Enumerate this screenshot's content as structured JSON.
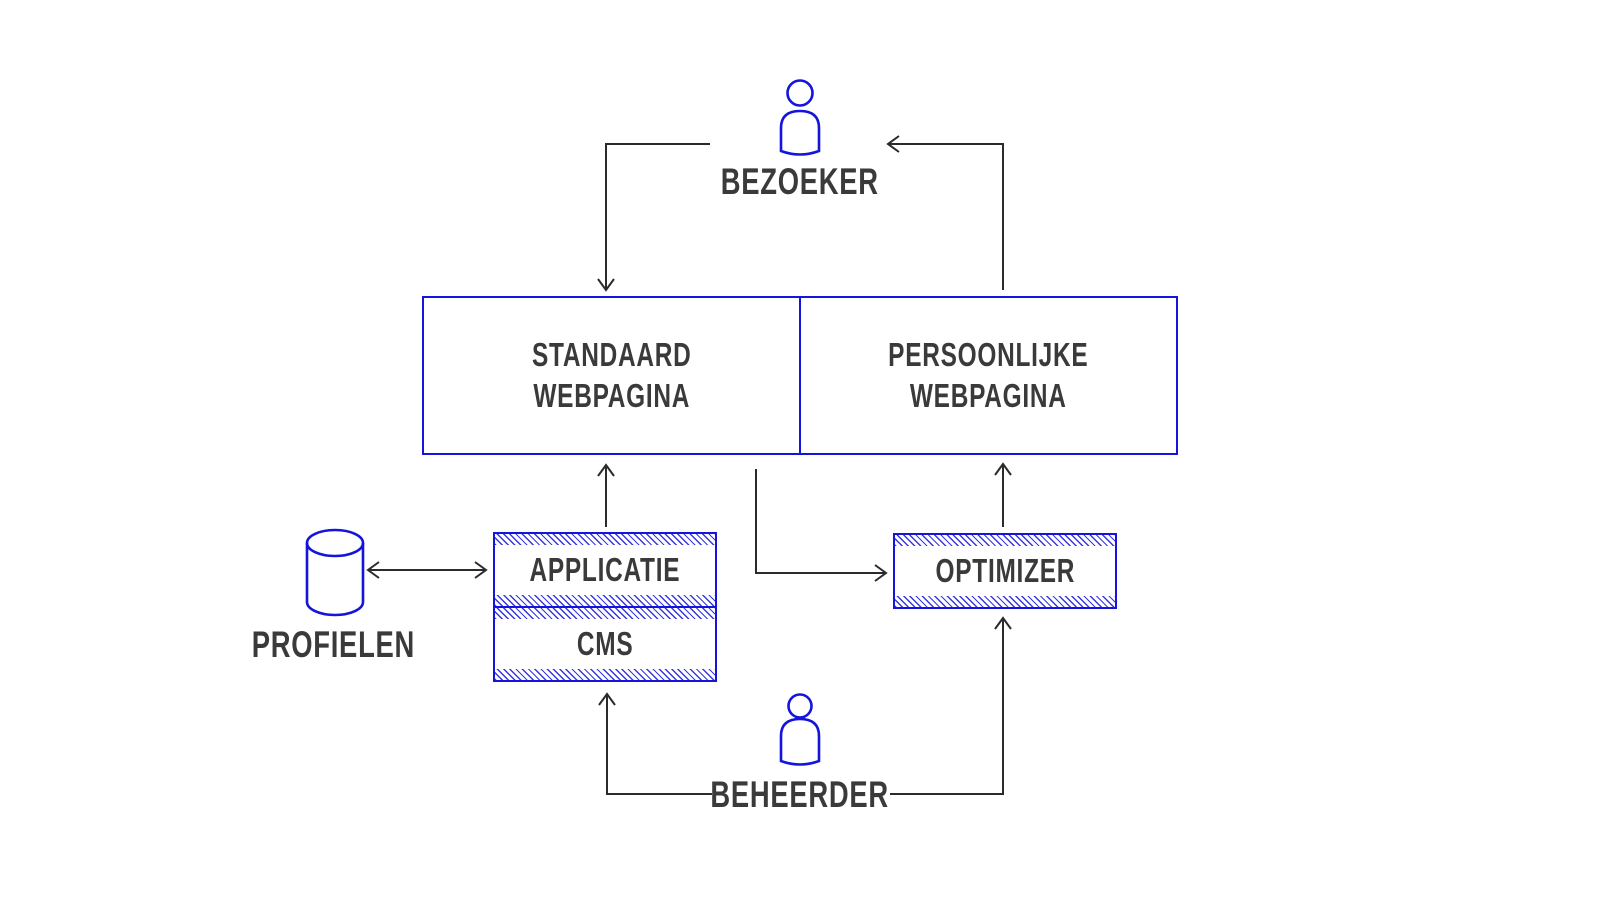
{
  "colors": {
    "blue": "#1414dc",
    "arrow": "#2b2b2b",
    "text": "#3a3a3a",
    "background": "#ffffff"
  },
  "nodes": {
    "bezoeker": {
      "label": "BEZOEKER",
      "icon": "person-icon"
    },
    "standaard": {
      "label": "STANDAARD\nWEBPAGINA"
    },
    "persoonlijke": {
      "label": "PERSOONLIJKE\nWEBPAGINA"
    },
    "applicatie": {
      "label": "APPLICATIE"
    },
    "cms": {
      "label": "CMS"
    },
    "optimizer": {
      "label": "OPTIMIZER"
    },
    "profielen": {
      "label": "PROFIELEN",
      "icon": "database-icon"
    },
    "beheerder": {
      "label": "BEHEERDER",
      "icon": "person-icon"
    }
  },
  "edges": [
    {
      "from": "bezoeker",
      "to": "standaard",
      "style": "arrow"
    },
    {
      "from": "persoonlijke",
      "to": "bezoeker",
      "style": "arrow"
    },
    {
      "from": "applicatie",
      "to": "standaard",
      "style": "arrow"
    },
    {
      "from": "profielen",
      "to": "applicatie",
      "style": "double-arrow"
    },
    {
      "from": "standaard",
      "to": "optimizer",
      "style": "arrow"
    },
    {
      "from": "optimizer",
      "to": "persoonlijke",
      "style": "arrow"
    },
    {
      "from": "beheerder",
      "to": "cms",
      "style": "arrow"
    },
    {
      "from": "beheerder",
      "to": "optimizer",
      "style": "arrow"
    }
  ]
}
